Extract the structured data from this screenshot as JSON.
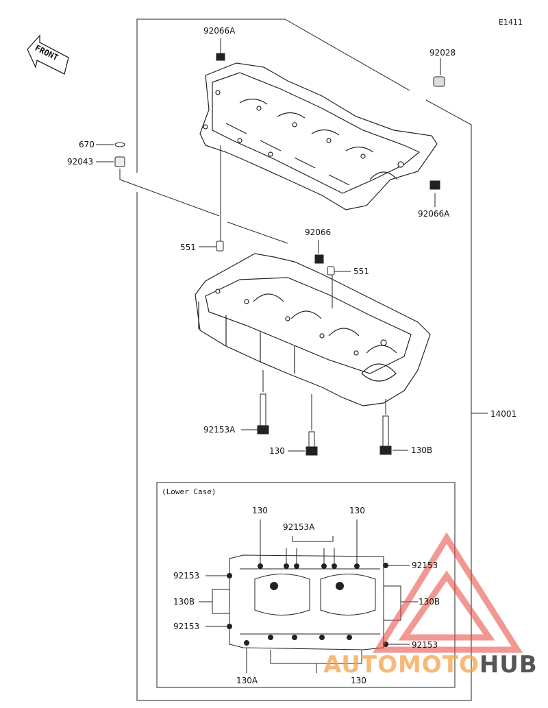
{
  "diagram_code": "E1411",
  "front_label": "FRONT",
  "inset_title": "(Lower Case)",
  "watermark": {
    "part1": "AUTOMOTO",
    "part2": "HUB",
    "color_red": "#e8453c",
    "color_dark": "#2b2b2b",
    "color_orange": "#f4a24a"
  },
  "parts": {
    "p92066A_top": "92066A",
    "p92028": "92028",
    "p670": "670",
    "p92043": "92043",
    "p92066A_right": "92066A",
    "p92066": "92066",
    "p551_left": "551",
    "p551_right": "551",
    "p14001": "14001",
    "p92153A": "92153A",
    "p130": "130",
    "p130B": "130B"
  },
  "inset_parts": {
    "p130_tl": "130",
    "p130_tr": "130",
    "p92153A": "92153A",
    "p92153_l1": "92153",
    "p130B_l": "130B",
    "p92153_l2": "92153",
    "p92153_r1": "92153",
    "p130B_r": "130B",
    "p92153_r2": "92153",
    "p130A": "130A",
    "p130_b": "130"
  }
}
